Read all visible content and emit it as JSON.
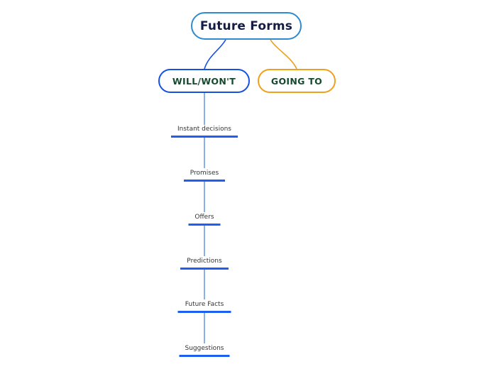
{
  "mindmap": {
    "title": "Future Forms",
    "root": {
      "label": "Future Forms",
      "border_color": "#2f8ad0",
      "text_color": "#141d45"
    },
    "branches": [
      {
        "label": "WILL/WON'T",
        "border_color": "#1652e0",
        "text_color": "#16492f",
        "edge_color": "#1652e0"
      },
      {
        "label": "GOING TO",
        "border_color": "#efa01c",
        "text_color": "#16492f",
        "edge_color": "#efa01c"
      }
    ],
    "leaves": [
      {
        "label": "Instant decisions",
        "underline_color": "#1f5ff0",
        "underline_width": 94
      },
      {
        "label": "Promises",
        "underline_color": "#1f5ff0",
        "underline_width": 58
      },
      {
        "label": "Offers",
        "underline_color": "#1f5ff0",
        "underline_width": 45
      },
      {
        "label": "Predictions",
        "underline_color": "#1f5ff0",
        "underline_width": 68
      },
      {
        "label": "Future Facts",
        "underline_color": "#1f5ff0",
        "underline_width": 75
      },
      {
        "label": "Suggestions",
        "underline_color": "#1f5ff0",
        "underline_width": 71
      }
    ],
    "spine_color": "#6c9ce8",
    "background_color": "#ffffff"
  }
}
